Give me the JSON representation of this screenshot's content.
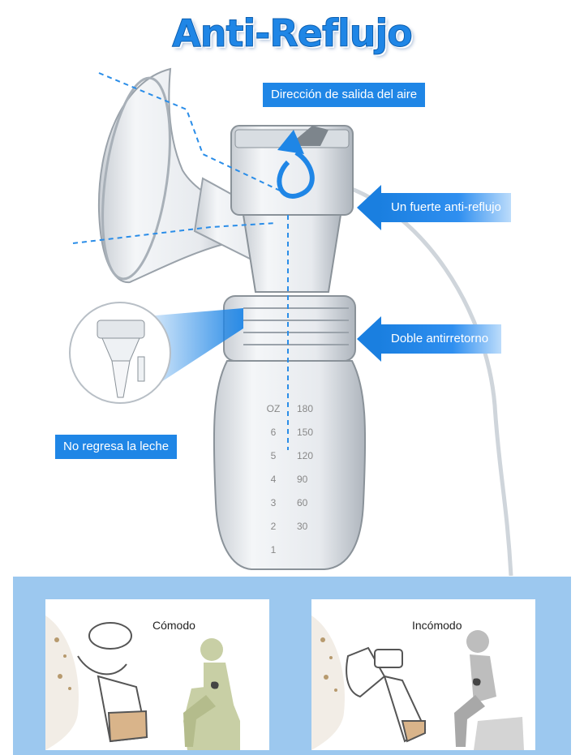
{
  "title": "Anti-Reflujo",
  "labels": {
    "air_direction": "Dirección de salida del aire",
    "strong_anti_reflux": "Un fuerte anti-reflujo",
    "double_backflow": "Doble antirretorno",
    "no_milk_return": "No regresa la leche"
  },
  "bottle_scale": {
    "oz": [
      "OZ",
      "6",
      "5",
      "4",
      "3",
      "2",
      "1"
    ],
    "ml": [
      "180",
      "150",
      "120",
      "90",
      "60",
      "30"
    ]
  },
  "comparison": {
    "comfortable": "Cómodo",
    "uncomfortable": "Incómodo"
  },
  "colors": {
    "accent": "#1f86e6",
    "panel": "#9cc8ef",
    "milk": "#d9b48a",
    "figure_good": "#c8cfa5",
    "figure_bad": "#bdbdbd"
  }
}
